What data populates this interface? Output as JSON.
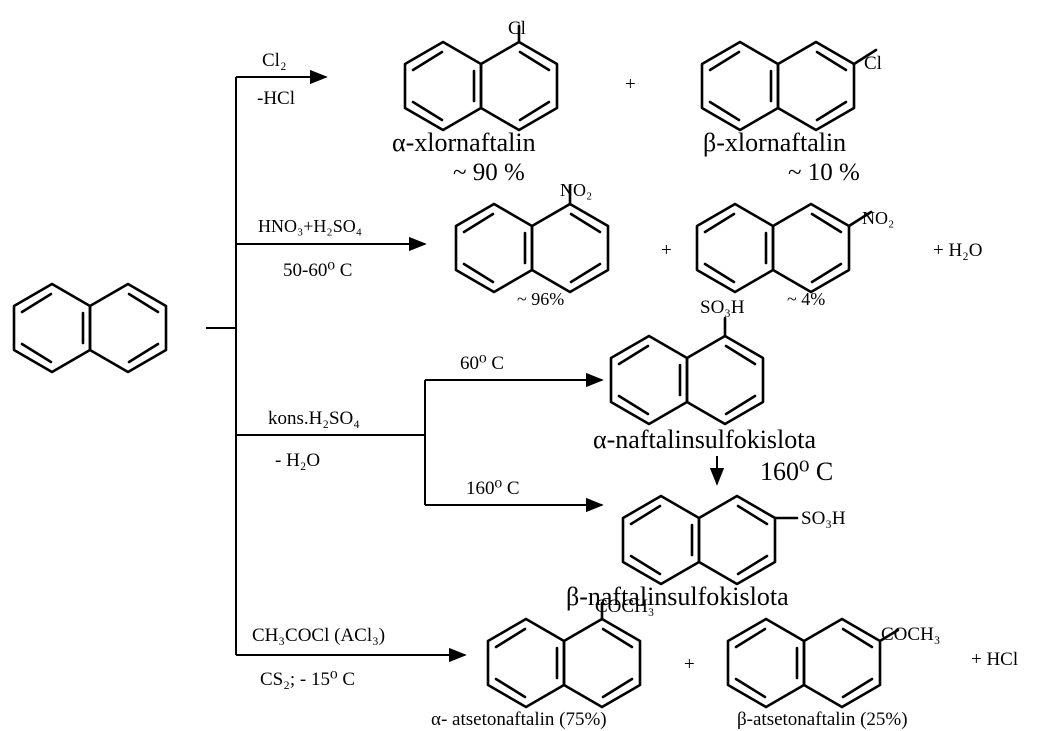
{
  "reactions": {
    "chlorination": {
      "reagent": "Cl₂",
      "byproduct": "-HCl",
      "substituent_alpha": "Cl",
      "substituent_beta": "Cl",
      "plus": "+",
      "alpha_name": "α-xlornaftalin",
      "alpha_yield": "~ 90 %",
      "beta_name": "β-xlornaftalin",
      "beta_yield": "~ 10 %"
    },
    "nitration": {
      "reagent": "HNO₃+H₂SO₄",
      "temperature": "50-60⁰ C",
      "substituent_alpha": "NO₂",
      "substituent_beta": "NO₂",
      "plus": "+",
      "alpha_yield": "~ 96%",
      "beta_yield": "~ 4%",
      "extra_product": "+ H₂O"
    },
    "sulfonation": {
      "reagent": "kons.H₂SO₄",
      "byproduct": "- H₂O",
      "branch_low_temp": "60⁰ C",
      "branch_high_temp": "160⁰ C",
      "substituent_alpha": "SO₃H",
      "alpha_name": "α-naftalinsulfokislota",
      "rearrangement_temp": "160⁰ C",
      "substituent_beta": "SO₃H",
      "beta_name": "β-naftalinsulfokislota"
    },
    "acylation": {
      "reagent": "CH₃COCl (ACl₃)",
      "conditions": "CS₂; - 15⁰ C",
      "substituent_alpha": "COCH₃",
      "substituent_beta": "COCH₃",
      "plus": "+",
      "extra_product": "+ HCl",
      "alpha_name": "α- atsetonaftalin (75%)",
      "beta_name": "β-atsetonaftalin (25%)"
    }
  }
}
